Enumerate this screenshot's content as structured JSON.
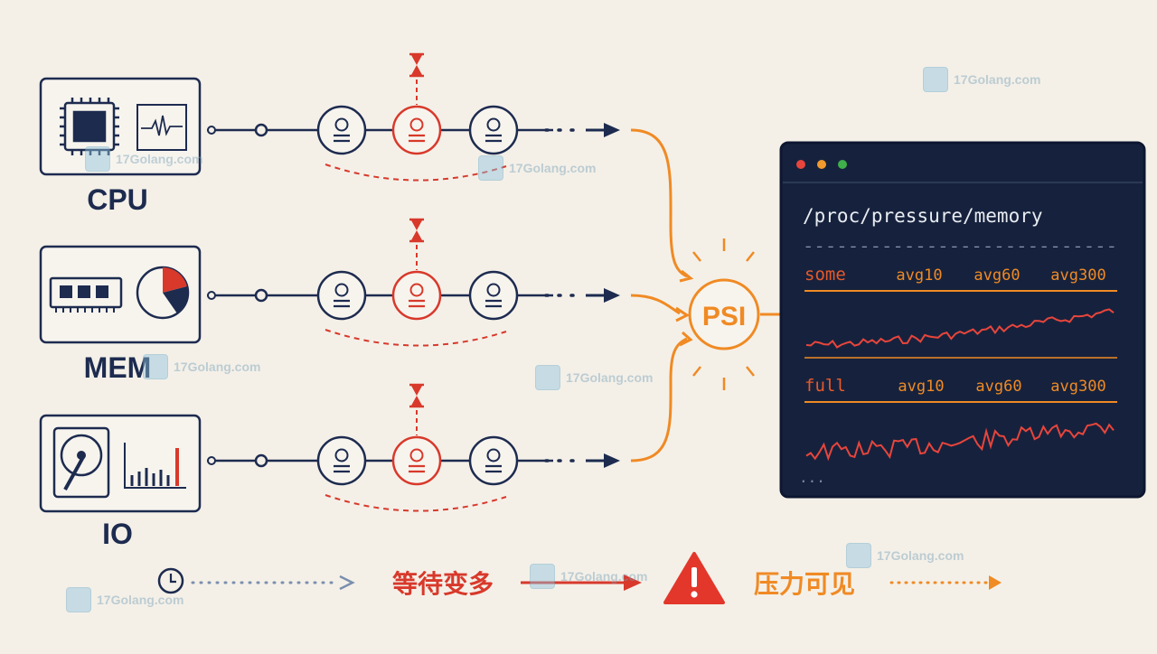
{
  "resources": [
    {
      "id": "cpu",
      "label": "CPU",
      "icon": "cpu-chip-icon",
      "icon2": "waveform-monitor-icon"
    },
    {
      "id": "mem",
      "label": "MEM",
      "icon": "ram-module-icon",
      "icon2": "pie-chart-icon"
    },
    {
      "id": "io",
      "label": "IO",
      "icon": "hard-disk-icon",
      "icon2": "bar-chart-icon"
    }
  ],
  "hub": {
    "label": "PSI",
    "icon": "sunburst-icon"
  },
  "terminal": {
    "path": "/proc/pressure/memory",
    "divider": "----------------------------",
    "sections": [
      {
        "name": "some",
        "cols": [
          "avg10",
          "avg60",
          "avg300"
        ]
      },
      {
        "name": "full",
        "cols": [
          "avg10",
          "avg60",
          "avg300"
        ]
      }
    ],
    "footer": "...",
    "dot_colors": [
      "#e8453c",
      "#f29a2e",
      "#3fb04a"
    ]
  },
  "bottom": {
    "waiting_label": "等待变多",
    "pressure_label": "压力可见",
    "clock_icon": "clock-icon",
    "warning_icon": "warning-icon"
  },
  "colors": {
    "navy": "#1d2b4f",
    "red": "#d8392b",
    "orange": "#f08a24",
    "bg": "#f4f0e8",
    "terminal_bg": "#16223d"
  },
  "watermark": {
    "text": "17Golang.com"
  }
}
